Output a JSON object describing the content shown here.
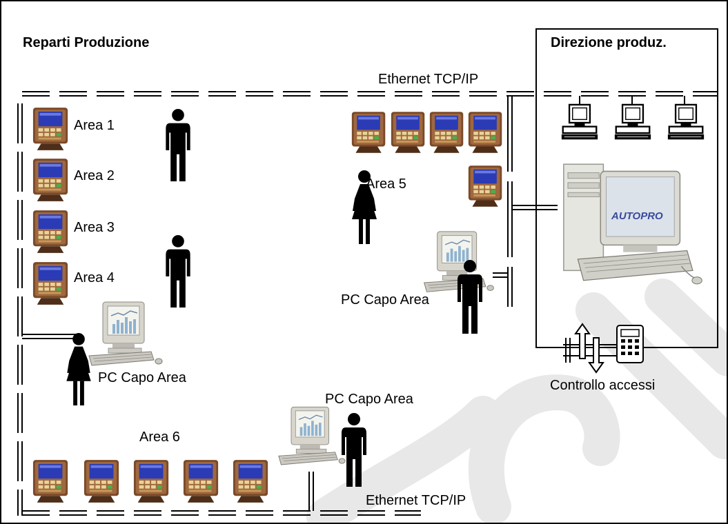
{
  "titles": {
    "production_departments": "Reparti Produzione",
    "production_management": "Direzione produz."
  },
  "network": {
    "top_label": "Ethernet TCP/IP",
    "bottom_label": "Ethernet TCP/IP"
  },
  "areas": {
    "area1": "Area 1",
    "area2": "Area 2",
    "area3": "Area 3",
    "area4": "Area 4",
    "area5": "Area 5",
    "area6": "Area 6"
  },
  "pc_labels": {
    "left": "PC Capo Area",
    "right": "PC Capo Area",
    "bottom": "PC Capo Area"
  },
  "server": {
    "brand": "AUTOPRO"
  },
  "access_control": {
    "label": "Controllo accessi"
  },
  "colors": {
    "terminal_frame": "#7a4a2a",
    "terminal_screen": "#2a3bb5",
    "person": "#000000",
    "watermark": "#e8e8e8",
    "server_case": "#e6e6e0"
  }
}
